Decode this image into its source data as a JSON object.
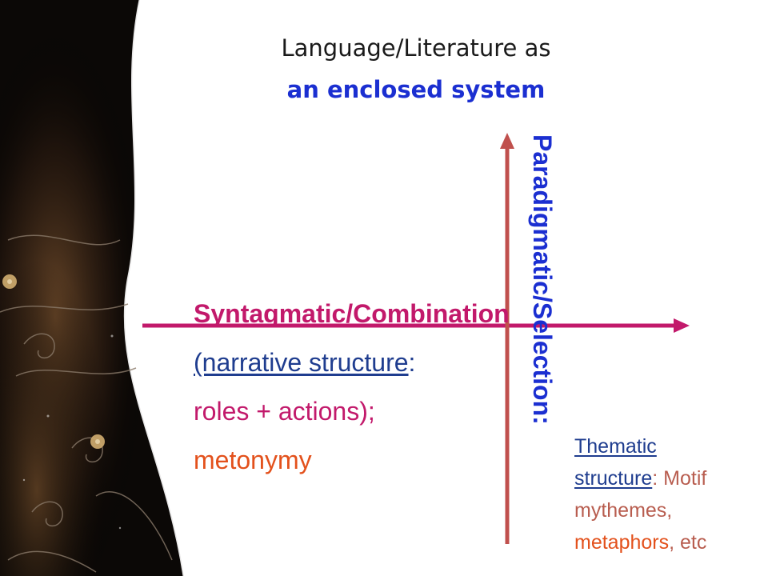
{
  "title": {
    "line1": "Language/Literature as",
    "line2": "an enclosed system"
  },
  "paradigmatic": {
    "label": "Paradigmatic/Selection:"
  },
  "syntagmatic": {
    "heading": "Syntagmatic/Combination",
    "narrative_link": "(narrative structure",
    "narrative_colon": ":",
    "roles": "roles + actions);",
    "metonymy": "metonymy"
  },
  "thematic": {
    "word1": "Thematic",
    "word2": "structure",
    "colon_motif": ": Motif",
    "mythemes": "mythemes,",
    "metaphors": "metaphors",
    "etc": ", etc"
  },
  "colors": {
    "title_accent": "#1b2fd1",
    "horizontal_axis": "#c2196b",
    "vertical_axis": "#c0504d",
    "link_blue": "#1f3d8f",
    "metonymy_orange": "#e3511c",
    "background": "#ffffff"
  }
}
